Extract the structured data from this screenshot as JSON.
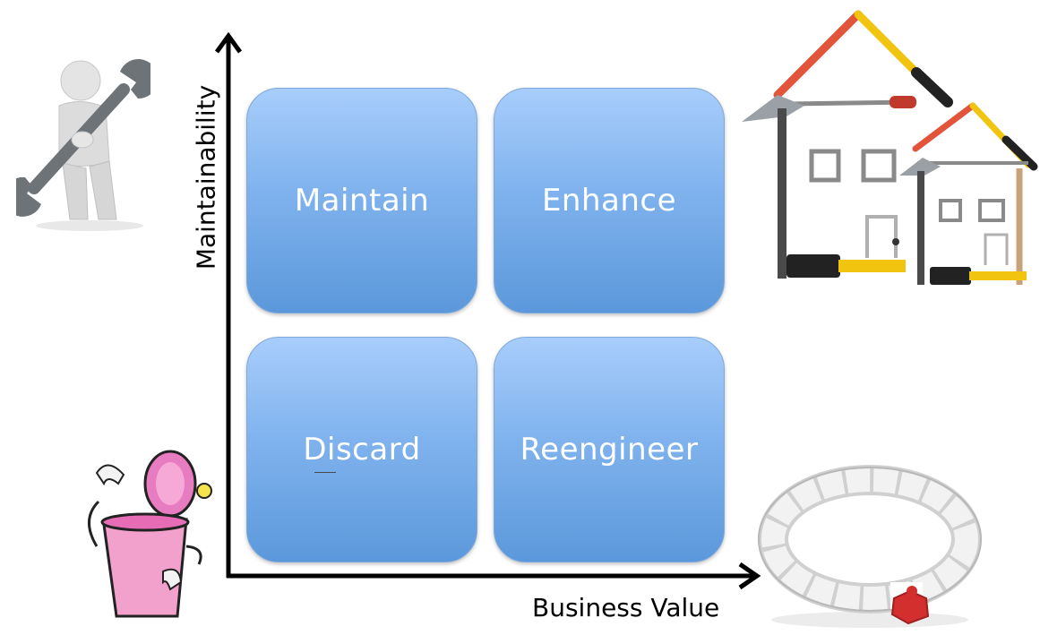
{
  "axes": {
    "y_label": "Maintainability",
    "x_label": "Business Value"
  },
  "quadrants": {
    "top_left": "Maintain",
    "top_right": "Enhance",
    "bottom_left": "Discard",
    "bottom_right": "Reengineer"
  },
  "colors": {
    "quadrant_top": "#a8cdfb",
    "quadrant_bottom": "#5b98db",
    "axis": "#000000"
  },
  "illustrations": {
    "maintain": "figure-with-wrench-icon",
    "enhance": "tool-houses-icon",
    "discard": "trash-can-icon",
    "reengineer": "puzzle-ring-icon"
  }
}
